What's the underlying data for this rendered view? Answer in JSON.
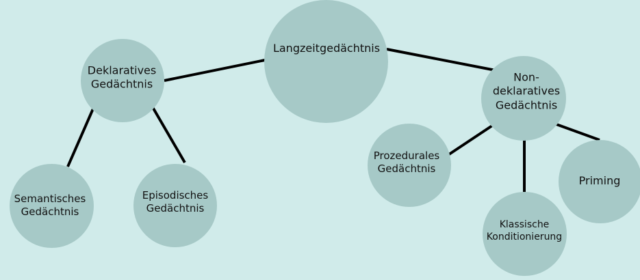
{
  "colors": {
    "background": "#d0ebea",
    "node_fill": "#a6c9c7",
    "edge": "#000000",
    "text": "#111111"
  },
  "nodes": {
    "root": "Langzeitgedächtnis",
    "declarative": "Deklaratives\nGedächtnis",
    "nondeclarative": "Non-\ndeklaratives\nGedächtnis",
    "semantic": "Semantisches\nGedächtnis",
    "episodic": "Episodisches\nGedächtnis",
    "procedural": "Prozedurales\nGedächtnis",
    "classical": "Klassische\nKonditionierung",
    "priming": "Priming"
  }
}
